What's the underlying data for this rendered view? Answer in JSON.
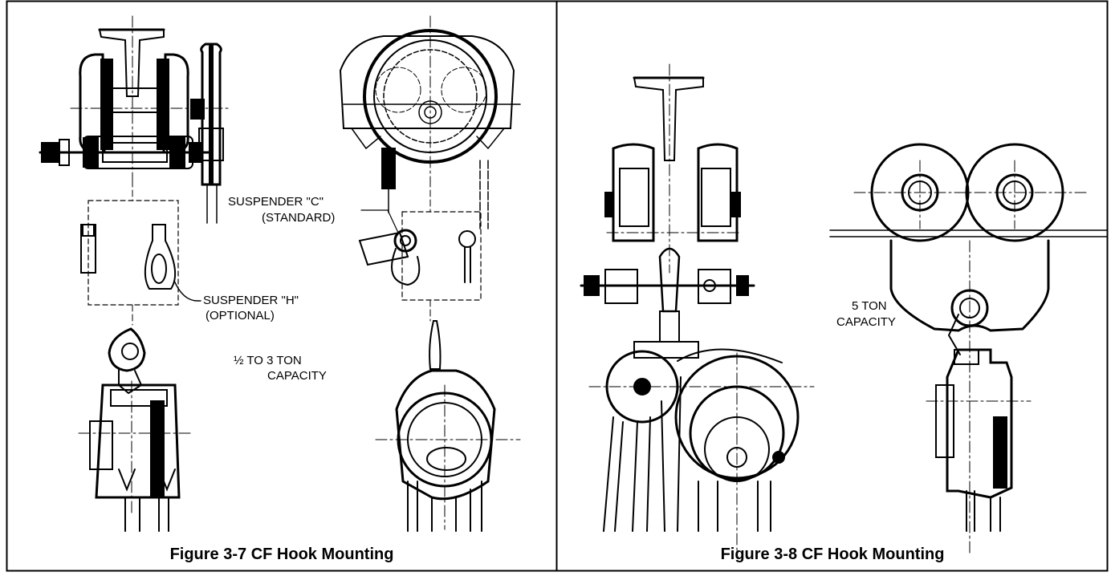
{
  "figures": [
    {
      "caption": "Figure 3-7  CF Hook Mounting",
      "labels": {
        "suspender_c": "SUSPENDER \"C\"",
        "suspender_c_note": "(STANDARD)",
        "suspender_h": "SUSPENDER \"H\"",
        "suspender_h_note": "(OPTIONAL)",
        "capacity_line1": "½ TO 3 TON",
        "capacity_line2": "CAPACITY"
      }
    },
    {
      "caption": "Figure 3-8  CF Hook Mounting",
      "labels": {
        "capacity_line1": "5 TON",
        "capacity_line2": "CAPACITY"
      }
    }
  ]
}
